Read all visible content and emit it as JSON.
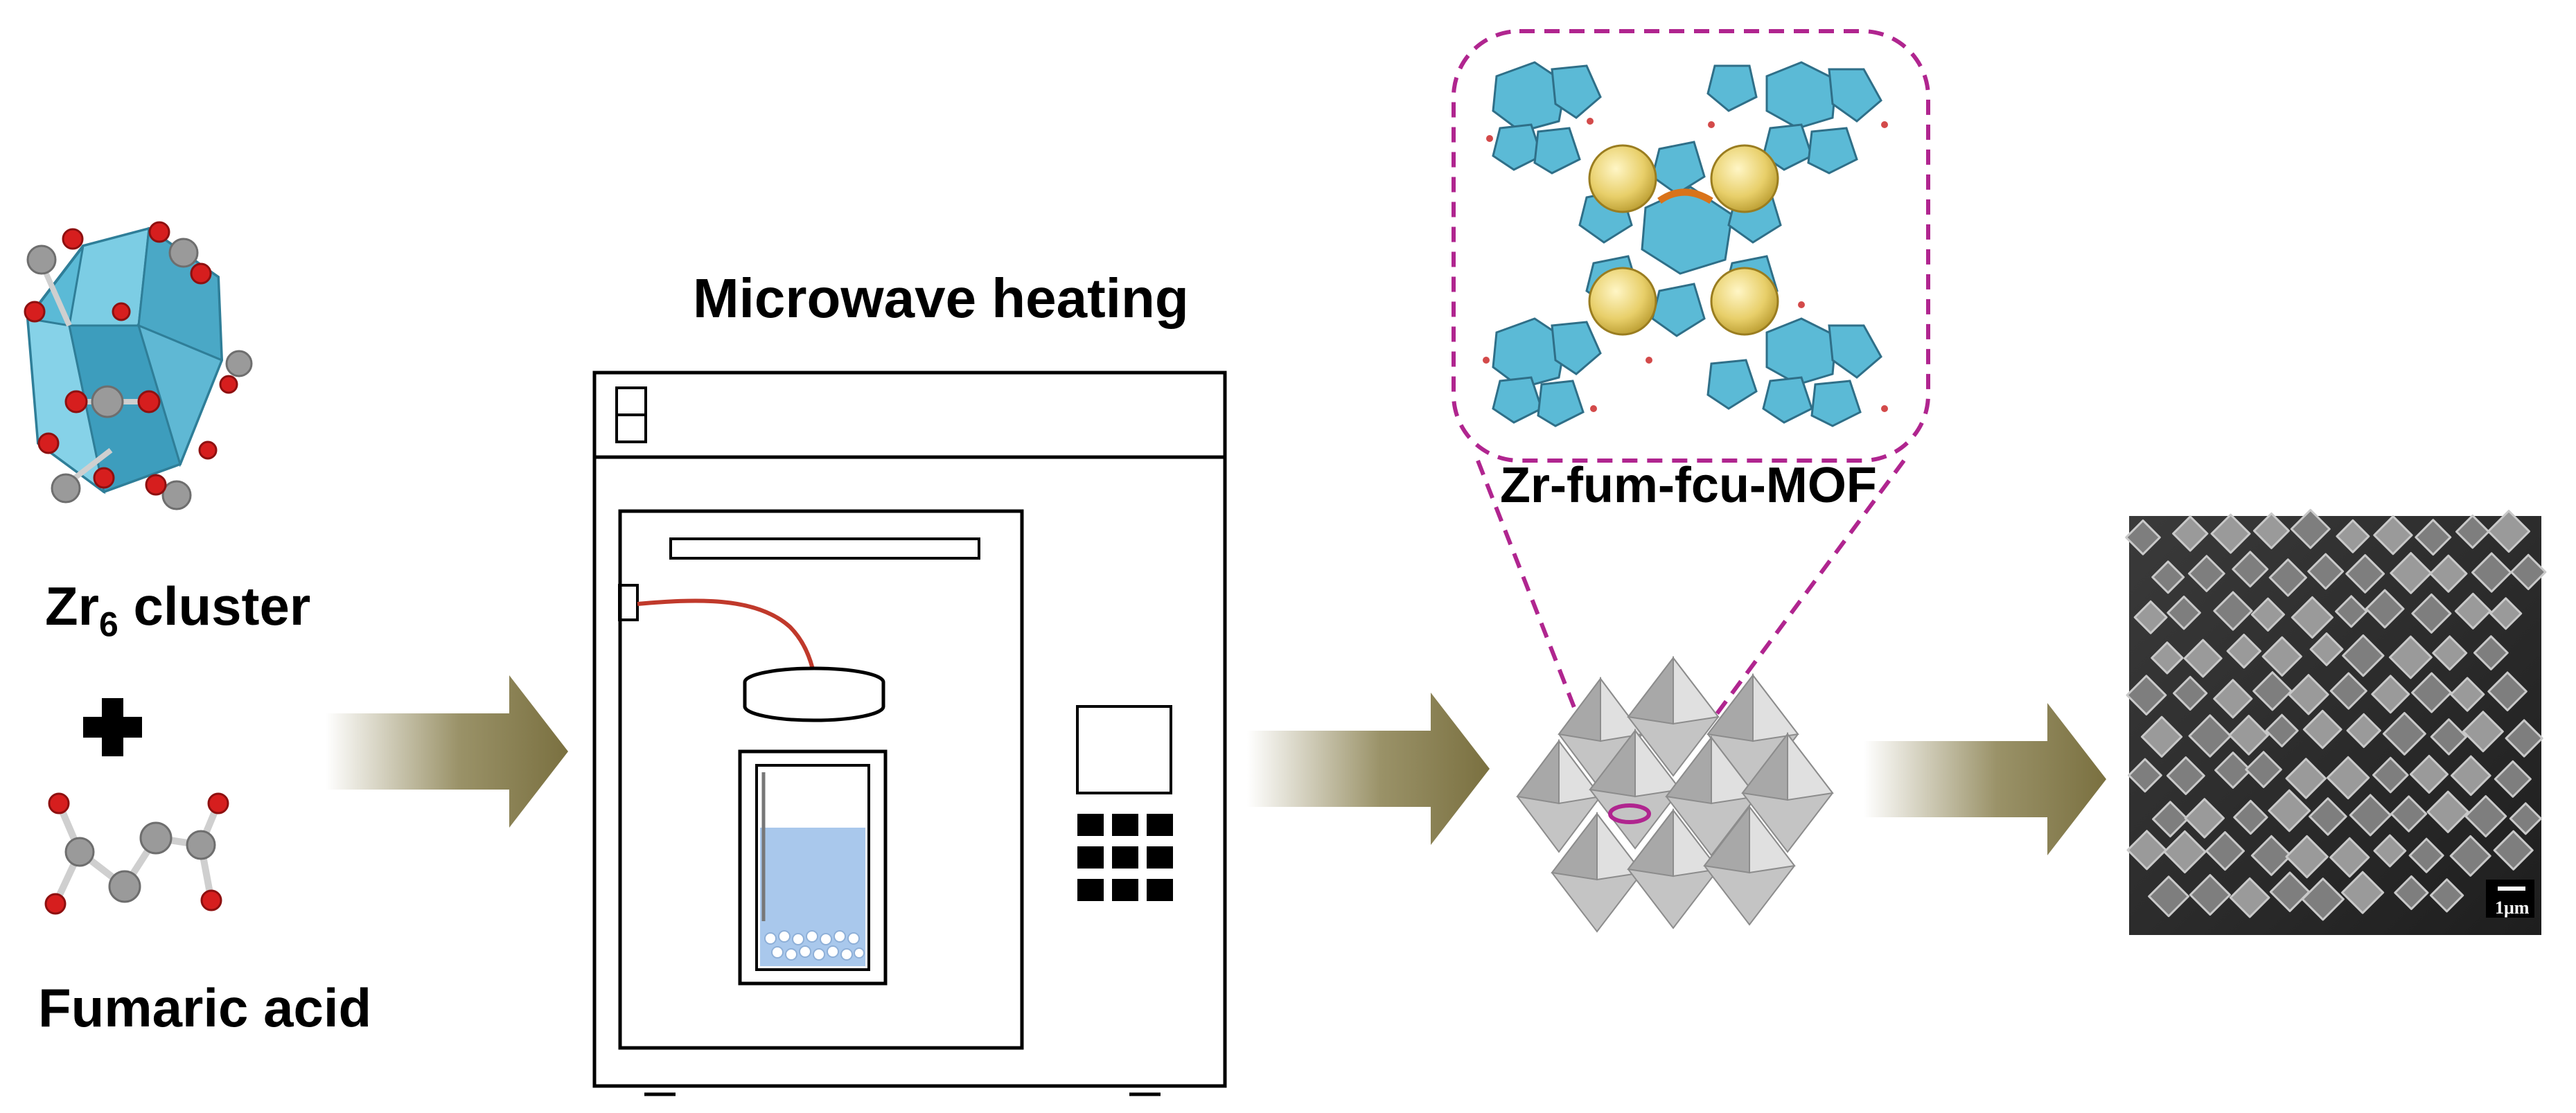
{
  "labels": {
    "cluster": "Zr",
    "cluster_subscript": "6",
    "cluster_suffix": " cluster",
    "linker": "Fumaric acid",
    "process": "Microwave heating",
    "product": "Zr-fum-fcu-MOF",
    "scale_bar": "1μm"
  },
  "colors": {
    "arrow": "#7a7040",
    "polyhedron_blue": "#5bbad6",
    "oxygen_red": "#d61e1e",
    "carbon_gray": "#9a9a9a",
    "tubing_red": "#c0392b",
    "liquid_blue": "#a9c8ec",
    "zoom_outline": "#b0258f",
    "pore_sphere": "#e8cf6a"
  },
  "icons": {
    "plus": "plus-icon",
    "arrow": "right-arrow-icon"
  }
}
